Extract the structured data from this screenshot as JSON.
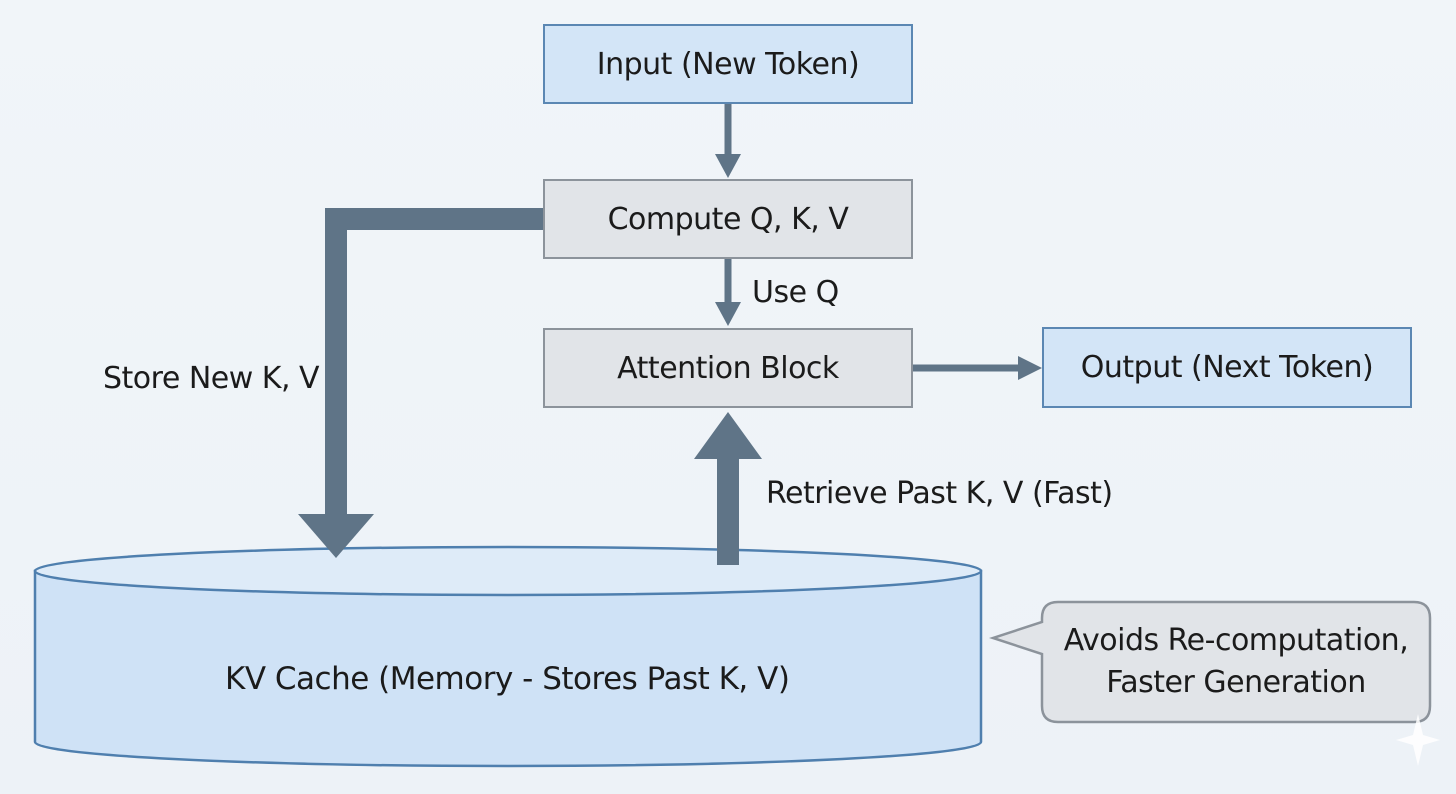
{
  "nodes": {
    "input": "Input (New Token)",
    "compute": "Compute Q, K, V",
    "attention": "Attention Block",
    "output": "Output (Next Token)",
    "cache": "KV Cache (Memory - Stores Past K, V)"
  },
  "edges": {
    "use_q": "Use Q",
    "store": "Store New K, V",
    "retrieve": "Retrieve Past K, V (Fast)"
  },
  "callout": {
    "line1": "Avoids Re-computation,",
    "line2": "Faster Generation"
  },
  "colors": {
    "blue_fill": "#d3e5f7",
    "blue_border": "#5b87b3",
    "gray_fill": "#e1e4e8",
    "gray_border": "#8c939b",
    "arrow": "#5f7487"
  },
  "icons": {
    "corner_mark": "sparkle-icon"
  }
}
